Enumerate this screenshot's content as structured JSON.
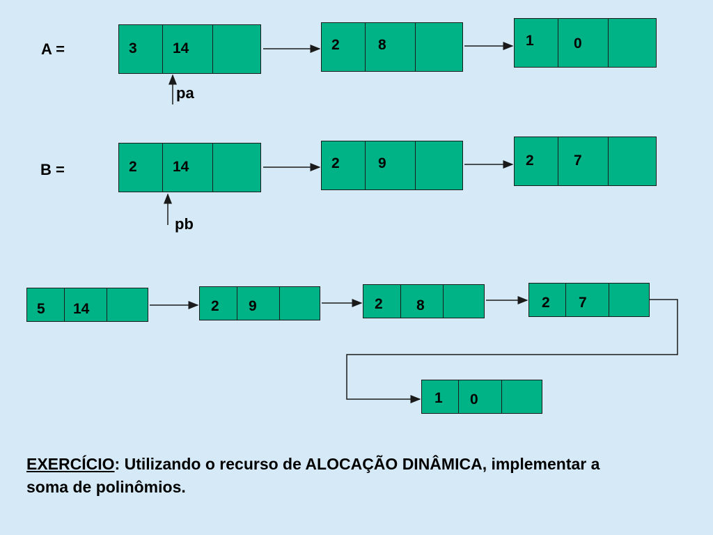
{
  "labels": {
    "a": "A =",
    "b": "B =",
    "pa": "pa",
    "pb": "pb"
  },
  "list_a": [
    {
      "coef": "3",
      "exp": "14"
    },
    {
      "coef": "2",
      "exp": "8"
    },
    {
      "coef": "1",
      "exp": "0"
    }
  ],
  "list_b": [
    {
      "coef": "2",
      "exp": "14"
    },
    {
      "coef": "2",
      "exp": "9"
    },
    {
      "coef": "2",
      "exp": "7"
    }
  ],
  "list_result": [
    {
      "coef": "5",
      "exp": "14"
    },
    {
      "coef": "2",
      "exp": "9"
    },
    {
      "coef": "2",
      "exp": "8"
    },
    {
      "coef": "2",
      "exp": "7"
    },
    {
      "coef": "1",
      "exp": "0"
    }
  ],
  "caption": {
    "title": "EXERCÍCIO",
    "text": ": Utilizando o recurso de ALOCAÇÃO DINÂMICA, implementar a soma de polinômios."
  },
  "colors": {
    "node_fill": "#00b386",
    "background": "#d6e9f6",
    "line": "#1a1a1a"
  }
}
